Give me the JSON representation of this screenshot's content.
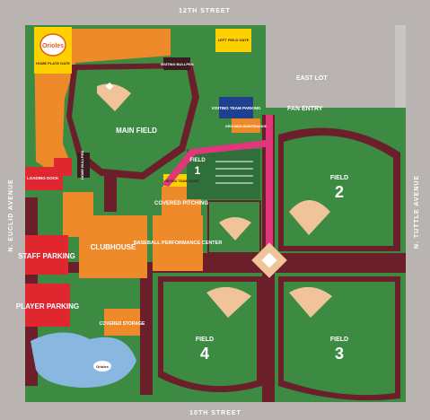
{
  "streets": {
    "north": "12TH STREET",
    "south": "10TH STREET",
    "west": "N. EUCLID AVENUE",
    "east": "N. TUTTLE AVENUE"
  },
  "areas": {
    "main_field": "MAIN FIELD",
    "field_1_word": "FIELD",
    "field_1_num": "1",
    "field_2_word": "FIELD",
    "field_2_num": "2",
    "field_3_word": "FIELD",
    "field_3_num": "3",
    "field_4_word": "FIELD",
    "field_4_num": "4",
    "east_lot": "EAST LOT",
    "fan_entry": "FAN ENTRY"
  },
  "buildings": {
    "home_plate_gate": "HOME PLATE GATE",
    "left_field_gate": "LEFT FIELD GATE",
    "visiting_bullpen": "VISITING BULLPEN",
    "home_bullpen": "HOME BULLPEN",
    "loading_dock": "LOADING DOCK",
    "visiting_team_parking": "VISITING TEAM PARKING",
    "grounds_maintenance": "GROUNDS MAINTENANCE",
    "visiting_team_cages": "VISITING TEAM CAGES",
    "covered_pitching": "COVERED PITCHING",
    "baseball_performance_center": "BASEBALL PERFORMANCE CENTER",
    "clubhouse": "CLUBHOUSE",
    "staff_parking": "STAFF PARKING",
    "player_parking": "PLAYER PARKING",
    "covered_storage": "COVERED STORAGE"
  },
  "logo": {
    "text": "Orioles",
    "pond_sign": "Orioles"
  },
  "colors": {
    "street": "#b9b4b1",
    "grass": "#3d8a43",
    "infield_dirt": "#f1c39b",
    "path": "#6b1f2a",
    "building_orange": "#ef8a2a",
    "parking_red": "#e0262e",
    "visiting_navy": "#1f3f8f",
    "fan_path_pink": "#e0367b",
    "yellow": "#fdd100",
    "water": "#8ab7e0"
  }
}
